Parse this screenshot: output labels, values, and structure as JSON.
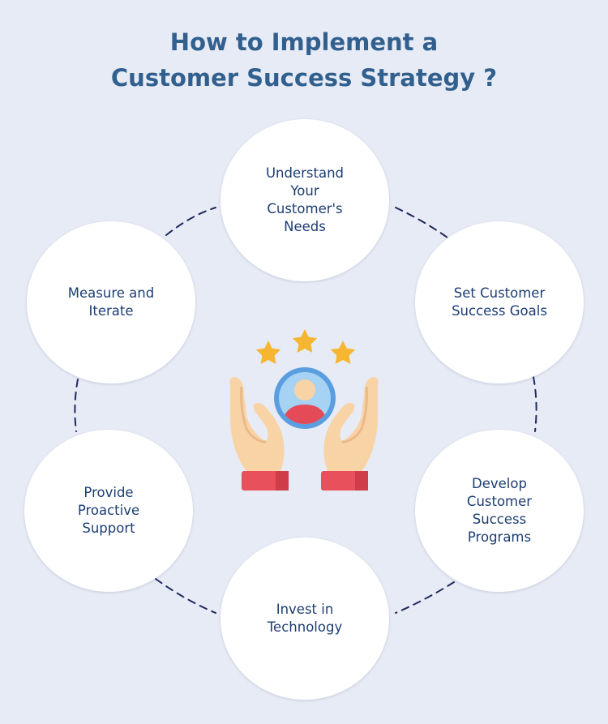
{
  "title": {
    "line1": "How to Implement a",
    "line2": "Customer Success Strategy ?"
  },
  "steps": [
    {
      "label": "Understand\nYour\nCustomer's\nNeeds"
    },
    {
      "label": "Set Customer\nSuccess Goals"
    },
    {
      "label": "Develop\nCustomer\nSuccess\nPrograms"
    },
    {
      "label": "Invest in\nTechnology"
    },
    {
      "label": "Provide\nProactive\nSupport"
    },
    {
      "label": "Measure and\nIterate"
    }
  ],
  "icons": {
    "center": "hands-holding-customer-with-stars-icon"
  },
  "colors": {
    "background": "#e7ebf5",
    "title": "#31608f",
    "label": "#1d3d73",
    "ring": "#1f2a5c",
    "star": "#f6b632",
    "cuff": "#e8505b",
    "skin": "#f8d3a5"
  }
}
